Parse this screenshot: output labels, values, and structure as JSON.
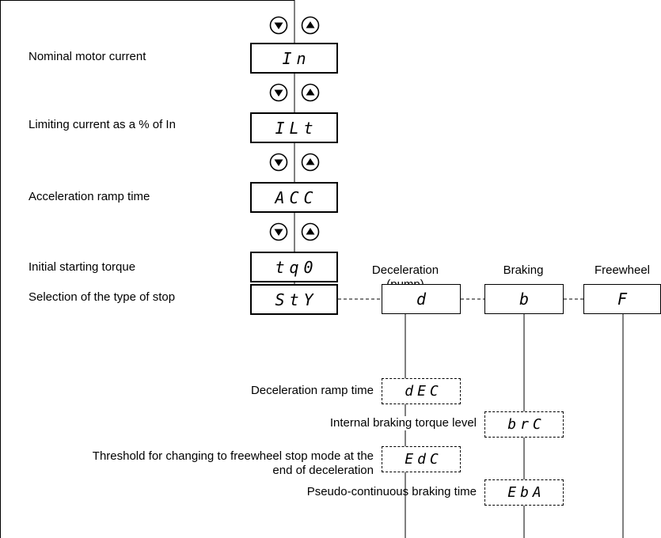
{
  "main_menu": {
    "items": [
      {
        "label": "Nominal motor current",
        "code": "In"
      },
      {
        "label": "Limiting current as a % of In",
        "code": "ILt"
      },
      {
        "label": "Acceleration ramp time",
        "code": "ACC"
      },
      {
        "label": "Initial starting torque",
        "code": "tq0"
      },
      {
        "label": "Selection of the type of stop",
        "code": "StY"
      }
    ]
  },
  "nav_keys": {
    "down_icon": "arrow-down-key",
    "up_icon": "arrow-up-key"
  },
  "stop_options": [
    {
      "header": "Deceleration\n(pump)",
      "code": "d"
    },
    {
      "header": "Braking",
      "code": "b"
    },
    {
      "header": "Freewheel",
      "code": "F"
    }
  ],
  "deceleration_params": [
    {
      "label": "Deceleration ramp time",
      "code": "dEC"
    },
    {
      "label": "Threshold for changing to freewheel stop mode at the\nend of deceleration",
      "code": "EdC"
    }
  ],
  "braking_params": [
    {
      "label": "Internal braking torque level",
      "code": "brC"
    },
    {
      "label": "Pseudo-continuous braking time",
      "code": "EbA"
    }
  ]
}
